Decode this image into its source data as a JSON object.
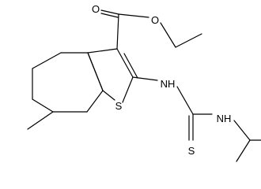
{
  "molecule": {
    "atoms": {
      "o_carbonyl": "O",
      "o_ester": "O",
      "s_thiophene": "S",
      "nh_amide": "NH",
      "nh_isopropyl": "NH",
      "s_thione": "S"
    }
  }
}
